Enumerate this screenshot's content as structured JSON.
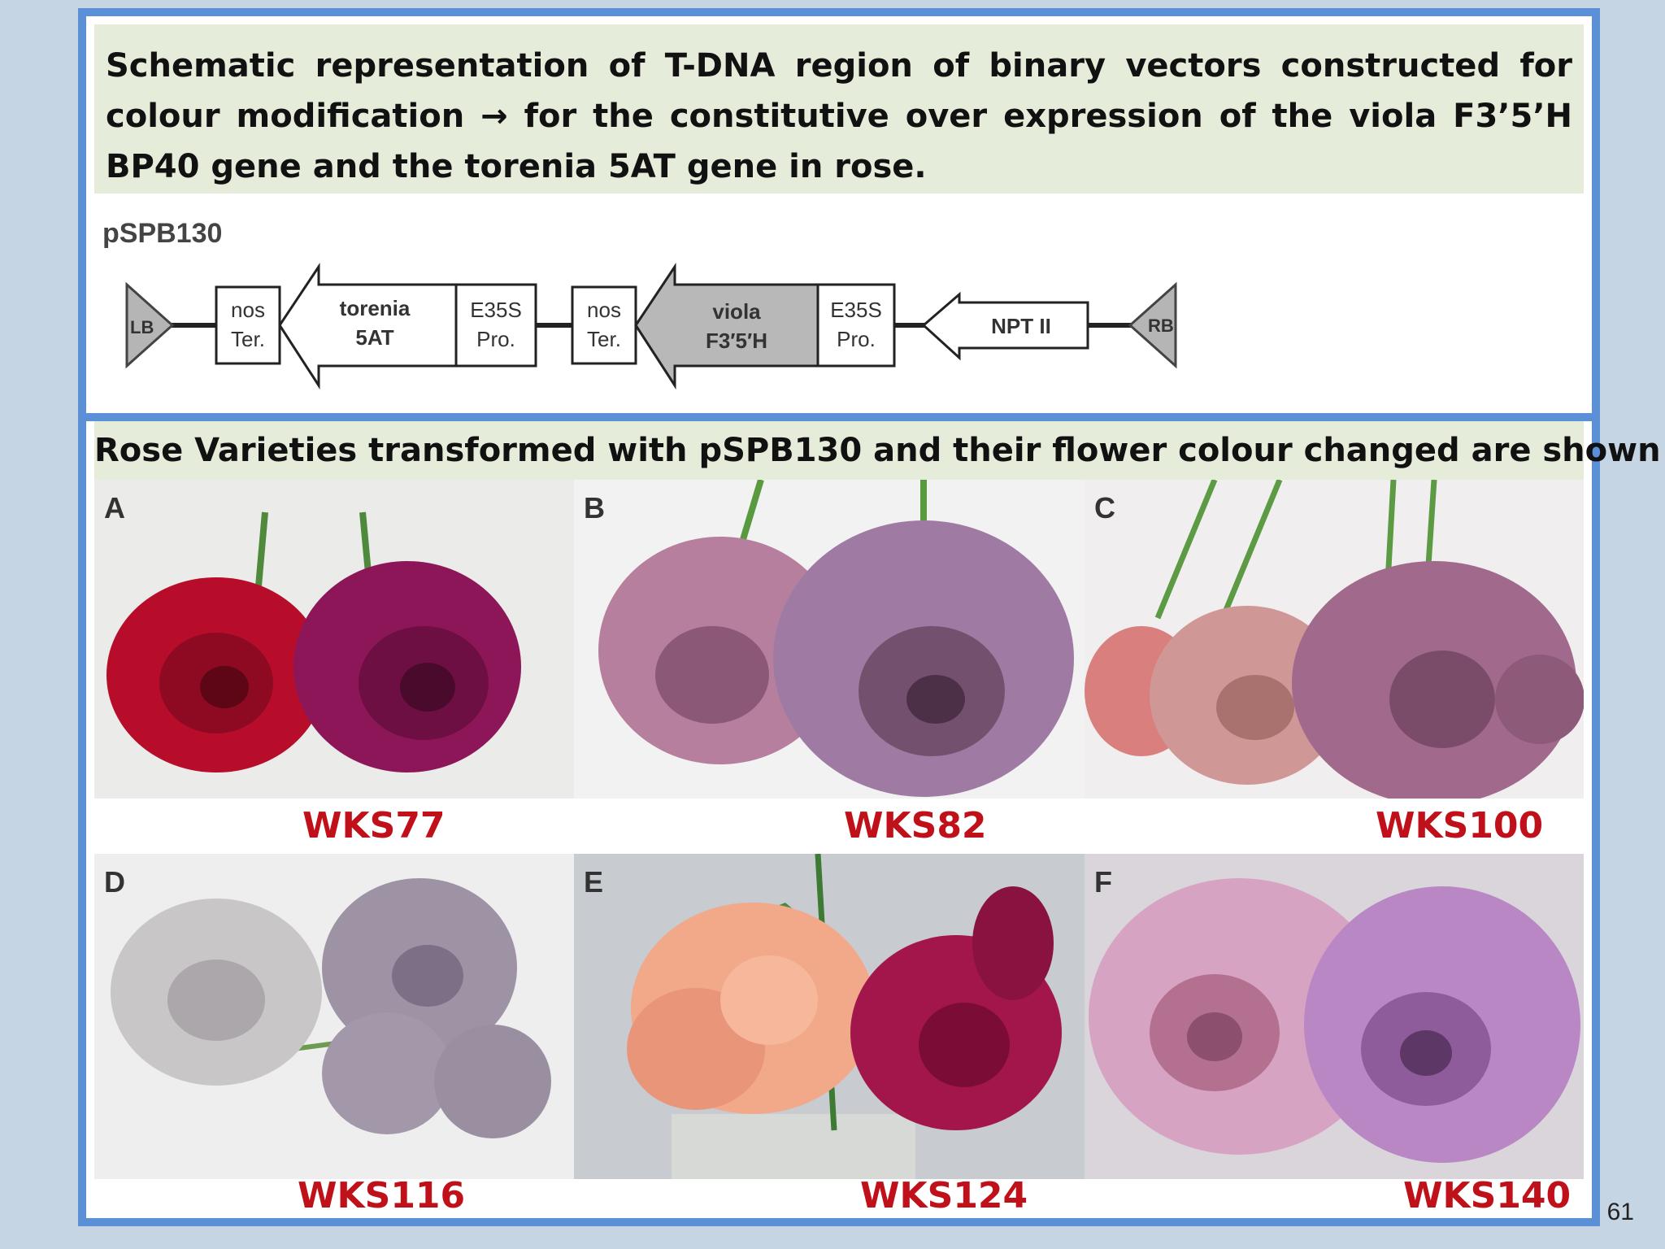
{
  "header": {
    "title_line1": "Schematic representation of T-DNA region of binary vectors constructed for colour",
    "title_line2a": "modification",
    "title_arrow": "→",
    "title_line2b": "for the constitutive  over expression of the viola F3’5’H BP40 gene",
    "title_line3": "and the torenia 5AT gene in rose."
  },
  "diagram": {
    "vector_name": "pSPB130",
    "lb": "LB",
    "rb": "RB",
    "nos1_a": "nos",
    "nos1_b": "Ter.",
    "torenia_a": "torenia",
    "torenia_b": "5AT",
    "e35s1_a": "E35S",
    "e35s1_b": "Pro.",
    "nos2_a": "nos",
    "nos2_b": "Ter.",
    "viola_a": "viola",
    "viola_b": "F3′5′H",
    "e35s2_a": "E35S",
    "e35s2_b": "Pro.",
    "npt": "NPT II"
  },
  "subheader": "Rose Varieties transformed with pSPB130 and their flower colour changed  are shown",
  "panels": [
    {
      "letter": "A",
      "caption": "WKS77"
    },
    {
      "letter": "B",
      "caption": "WKS82"
    },
    {
      "letter": "C",
      "caption": "WKS100"
    },
    {
      "letter": "D",
      "caption": "WKS116"
    },
    {
      "letter": "E",
      "caption": "WKS124"
    },
    {
      "letter": "F",
      "caption": "WKS140"
    }
  ],
  "page_number": "61",
  "colors": {
    "border": "#5b8fd6",
    "header_bg": "#e6ecda",
    "caption_red": "#c0101a"
  }
}
